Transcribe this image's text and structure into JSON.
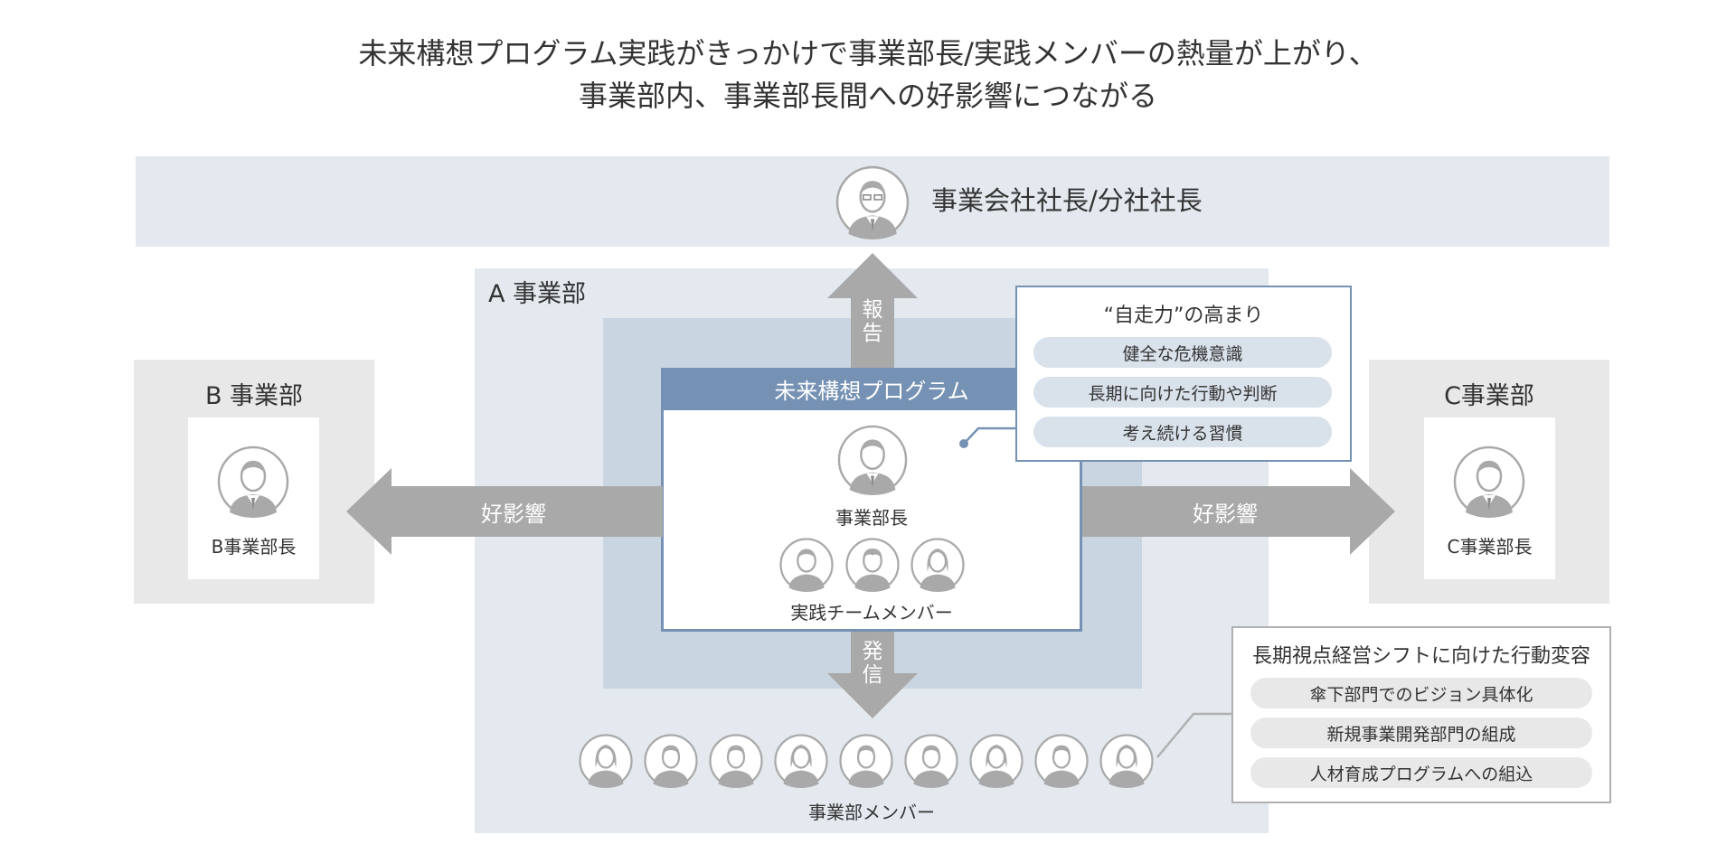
{
  "title": {
    "line1": "未来構想プログラム実践がきっかけで事業部長/実践メンバーの熱量が上がり、",
    "line2": "事業部内、事業部長間への好影響につながる"
  },
  "executive": {
    "label": "事業会社社長/分社社長"
  },
  "division_a": {
    "label": "A 事業部"
  },
  "division_b": {
    "label": "B 事業部",
    "person": "B事業部長"
  },
  "division_c": {
    "label": "C事業部",
    "person": "C事業部長"
  },
  "program": {
    "title": "未来構想プログラム",
    "head": "事業部長",
    "team": "実践チームメンバー"
  },
  "arrows": {
    "report": "報告",
    "report_chars": [
      "報",
      "告"
    ],
    "broadcast": "発信",
    "broadcast_chars": [
      "発",
      "信"
    ],
    "left_influence": "好影響",
    "right_influence": "好影響"
  },
  "self_drive": {
    "title": "“自走力”の高まり",
    "items": [
      "健全な危機意識",
      "長期に向けた行動や判断",
      "考え続ける習慣"
    ]
  },
  "behavior_change": {
    "title": "長期視点経営シフトに向けた行動変容",
    "items": [
      "傘下部門でのビジョン具体化",
      "新規事業開発部門の組成",
      "人材育成プログラムへの組込"
    ]
  },
  "members": {
    "label": "事業部メンバー"
  },
  "colors": {
    "accent_blue": "#7591b3",
    "light_blue": "#e3e9ef",
    "mid_blue": "#c9d5e0",
    "arrow_gray": "#a9a9a9",
    "zone_gray": "#e8e8e8"
  }
}
